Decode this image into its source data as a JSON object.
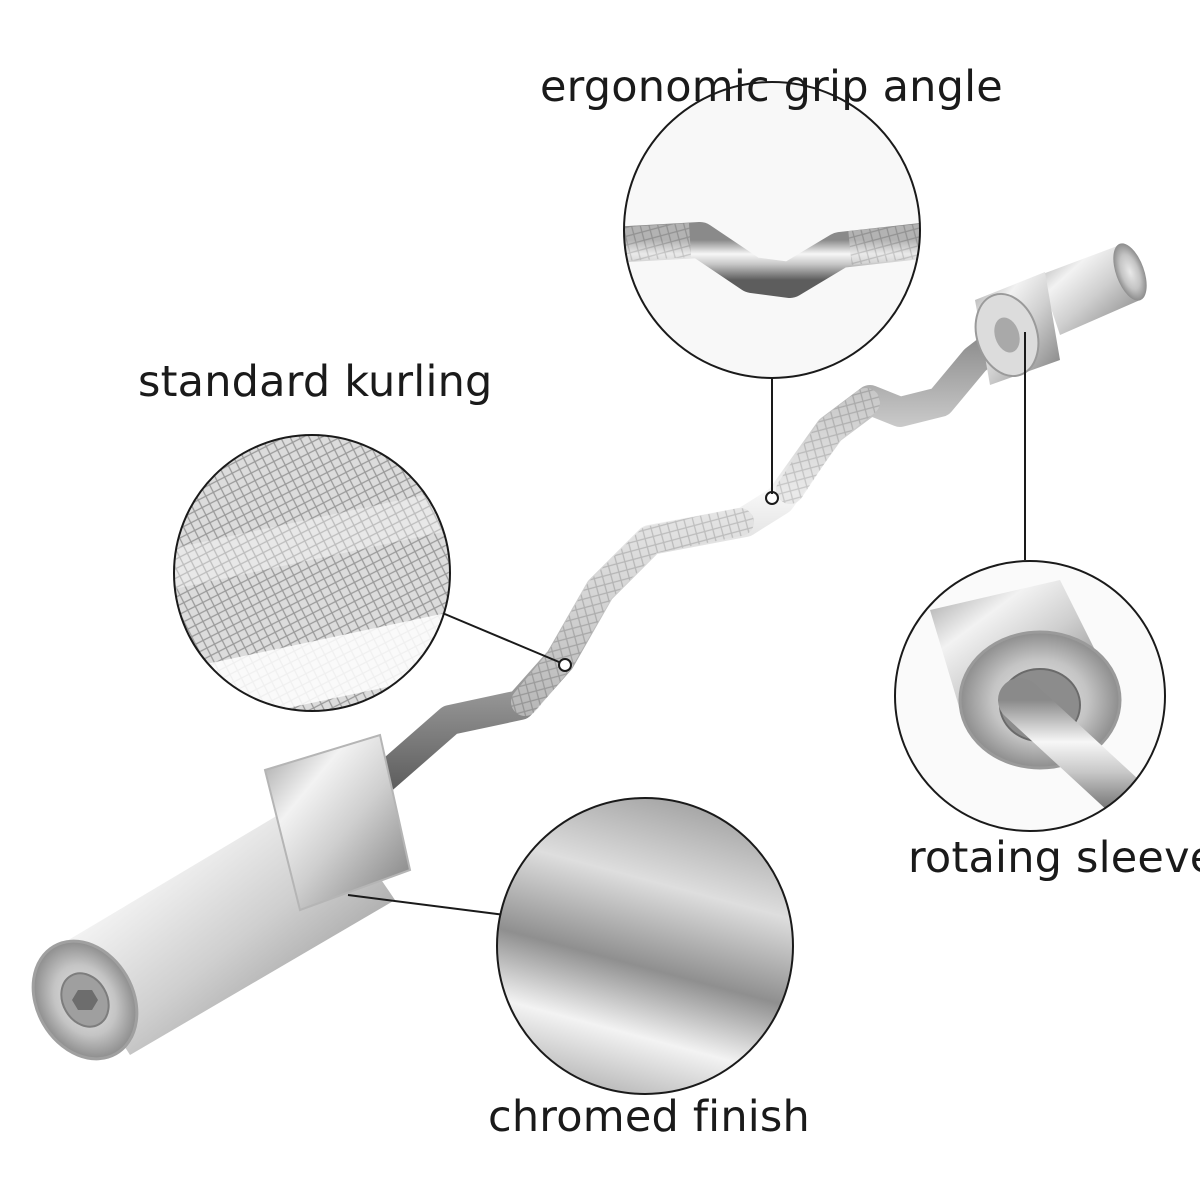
{
  "labels": {
    "grip": "ergonomic grip angle",
    "kurling": "standard kurling",
    "sleeve": "rotaing sleeve",
    "chrome": "chromed finish"
  },
  "colors": {
    "background": "#ffffff",
    "chrome_light": "#f4f4f4",
    "chrome_mid": "#bdbdbd",
    "chrome_dark": "#6e6e6e",
    "callout_line": "#1a1a1a"
  },
  "icons": {
    "product": "ez-curl-barbell-icon"
  }
}
